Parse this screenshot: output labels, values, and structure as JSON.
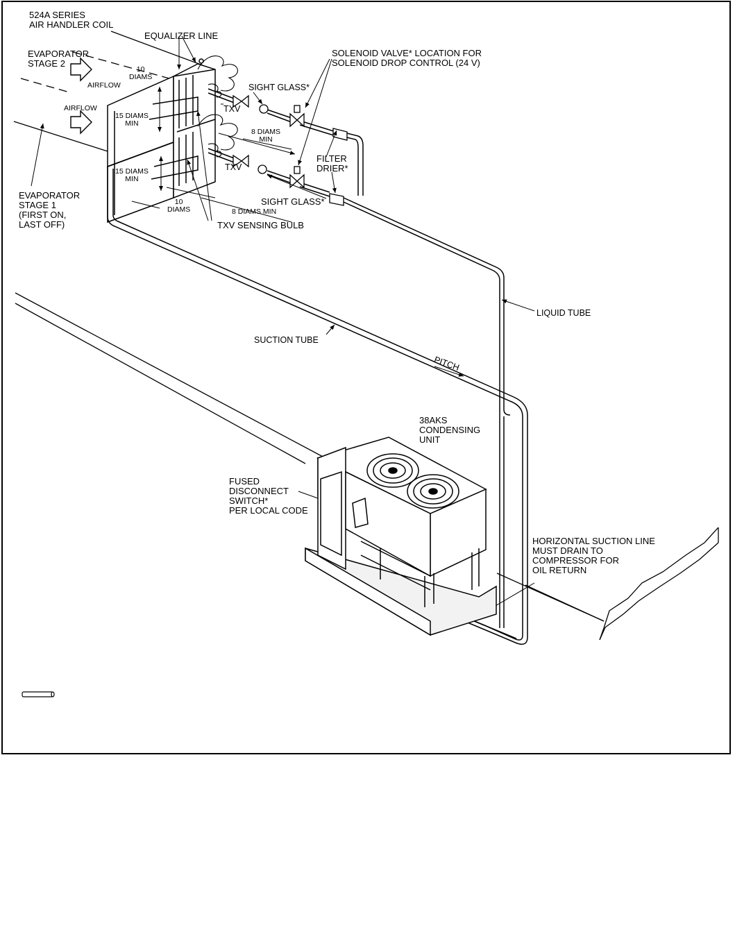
{
  "labels": {
    "air_handler": "524A SERIES\nAIR HANDLER COIL",
    "equalizer": "EQUALIZER LINE",
    "solenoid": "SOLENOID VALVE* LOCATION FOR\nSOLENOID DROP CONTROL (24 V)",
    "evap2": "EVAPORATOR\nSTAGE 2",
    "airflow_top": "AIRFLOW",
    "airflow_bottom": "AIRFLOW",
    "diam10_top": "10\nDIAMS",
    "diam15_top": "15 DIAMS\nMIN",
    "sight_glass_top": "SIGHT GLASS*",
    "txv_top": "TXV",
    "diam8_top": "8 DIAMS\nMIN",
    "filter_drier": "FILTER\nDRIER*",
    "txv_bottom": "TXV",
    "diam15_bottom": "15 DIAMS\nMIN",
    "evap1": "EVAPORATOR\nSTAGE 1\n(FIRST ON,\nLAST OFF)",
    "diam10_bottom": "10\nDIAMS",
    "sight_glass_bottom": "SIGHT GLASS*",
    "diam8_bottom": "8 DIAMS MIN",
    "txv_bulb": "TXV SENSING BULB",
    "liquid_tube": "LIQUID TUBE",
    "suction_tube": "SUCTION TUBE",
    "pitch": "PITCH",
    "condensing_unit": "38AKS\nCONDENSING\nUNIT",
    "fused": "FUSED\nDISCONNECT\nSWITCH*\nPER LOCAL CODE",
    "horizontal": "HORIZONTAL SUCTION LINE\nMUST DRAIN TO\nCOMPRESSOR FOR\nOIL RETURN"
  }
}
